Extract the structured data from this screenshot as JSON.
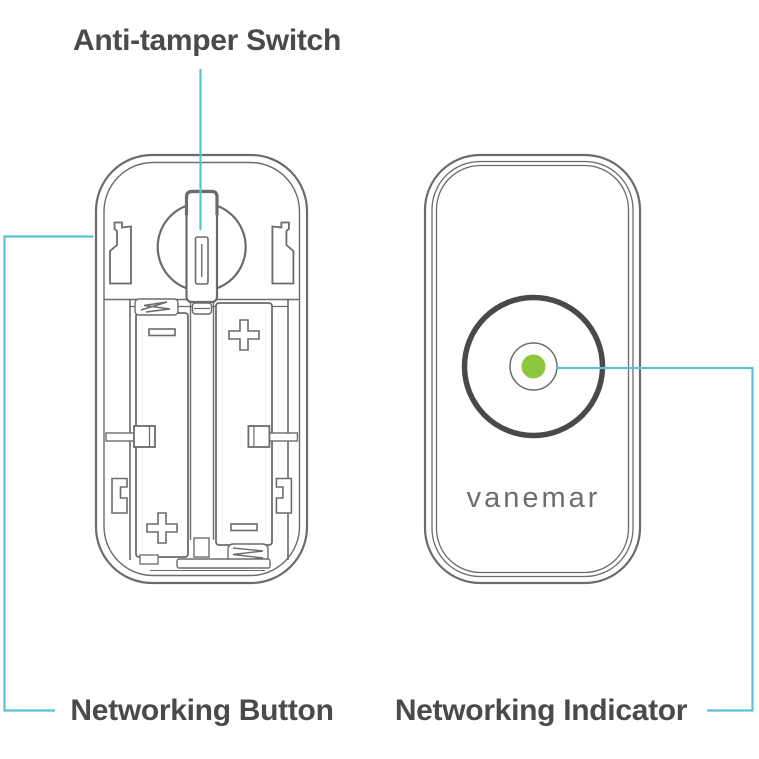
{
  "page": {
    "background": "#ffffff"
  },
  "diagram": {
    "labels": {
      "anti_tamper": "Anti-tamper Switch",
      "networking_button": "Networking Button",
      "networking_indicator": "Networking Indicator"
    },
    "brand": "vanemar",
    "colors": {
      "leader_line": "#5bc2d6",
      "device_outline": "#6a6b6e",
      "button_ring": "#48494b",
      "indicator_green": "#8dc63f",
      "label_text": "#4a4a4c",
      "brand_text": "#6d6e70"
    },
    "devices": {
      "back_view": {
        "description": "doorbell back view with anti-tamper switch and two AA batteries",
        "battery_polarity": {
          "left_battery_top": "-",
          "left_battery_bottom": "+",
          "right_battery_top": "+",
          "right_battery_bottom": "-"
        }
      },
      "front_view": {
        "description": "doorbell front view with round button and networking indicator LED"
      }
    }
  }
}
